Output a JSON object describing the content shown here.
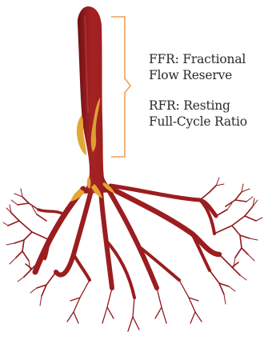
{
  "labels": {
    "ffr": {
      "line1": "FFR: Fractional",
      "line2": "Flow Reserve"
    },
    "rfr": {
      "line1": "RFR: Resting",
      "line2": "Full-Cycle Ratio"
    }
  },
  "colors": {
    "artery": "#9b1d1f",
    "artery_dark": "#6e1012",
    "plaque": "#e2a734",
    "bracket": "#f0a05a",
    "text": "#2a2a2a"
  }
}
